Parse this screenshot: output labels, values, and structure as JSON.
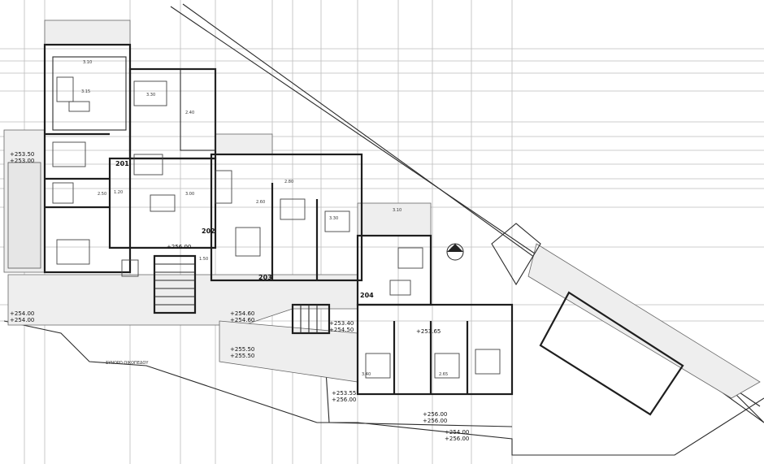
{
  "units": [
    "201",
    "202",
    "203",
    "204"
  ],
  "levels": [
    "+253.50\n+253.00",
    "+254.00\n+254.00",
    "+255.50\n+255.50",
    "+256.00",
    "+254.60\n+254.60",
    "+253.40\n+254.50",
    "+253.55\n+256.00",
    "+256.00\n+256.00",
    "+254.00\n+256.00",
    "+253.65"
  ],
  "dims": [
    "3.10",
    "3.15",
    "2.50",
    "3.30",
    "2.40",
    "3.00",
    "2.60",
    "2.80",
    "3.30",
    "3.10",
    "3.40",
    "2.65",
    "1.20",
    "1.50"
  ],
  "annotations": [
    "ΣΥΝΟΡΟ ΟΙΚΟΠΕΔΟΥ"
  ]
}
